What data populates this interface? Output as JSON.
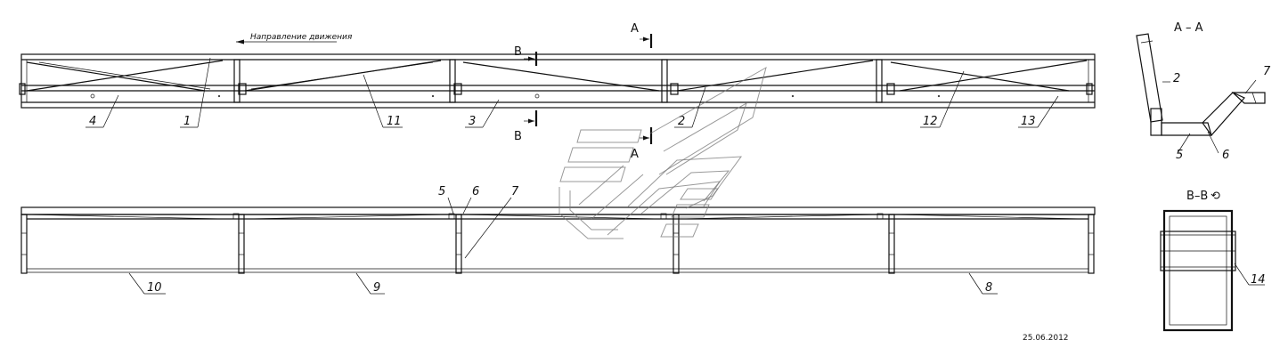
{
  "direction_label": "Направление движения",
  "section_labels": {
    "a_top": "A",
    "a_bottom": "A",
    "b_top": "B",
    "b_bottom": "B",
    "view_a": "A – A",
    "view_b": "B–B",
    "view_b_rotated_symbol": "⟲"
  },
  "callouts": {
    "n1": "1",
    "n2": "2",
    "n3": "3",
    "n4": "4",
    "n11": "11",
    "n12": "12",
    "n13": "13",
    "n5": "5",
    "n6": "6",
    "n7": "7",
    "n8": "8",
    "n9": "9",
    "n10": "10",
    "aa_2": "2",
    "aa_5": "5",
    "aa_6": "6",
    "aa_7": "7",
    "bb_14": "14"
  },
  "date": "25.06.2012"
}
